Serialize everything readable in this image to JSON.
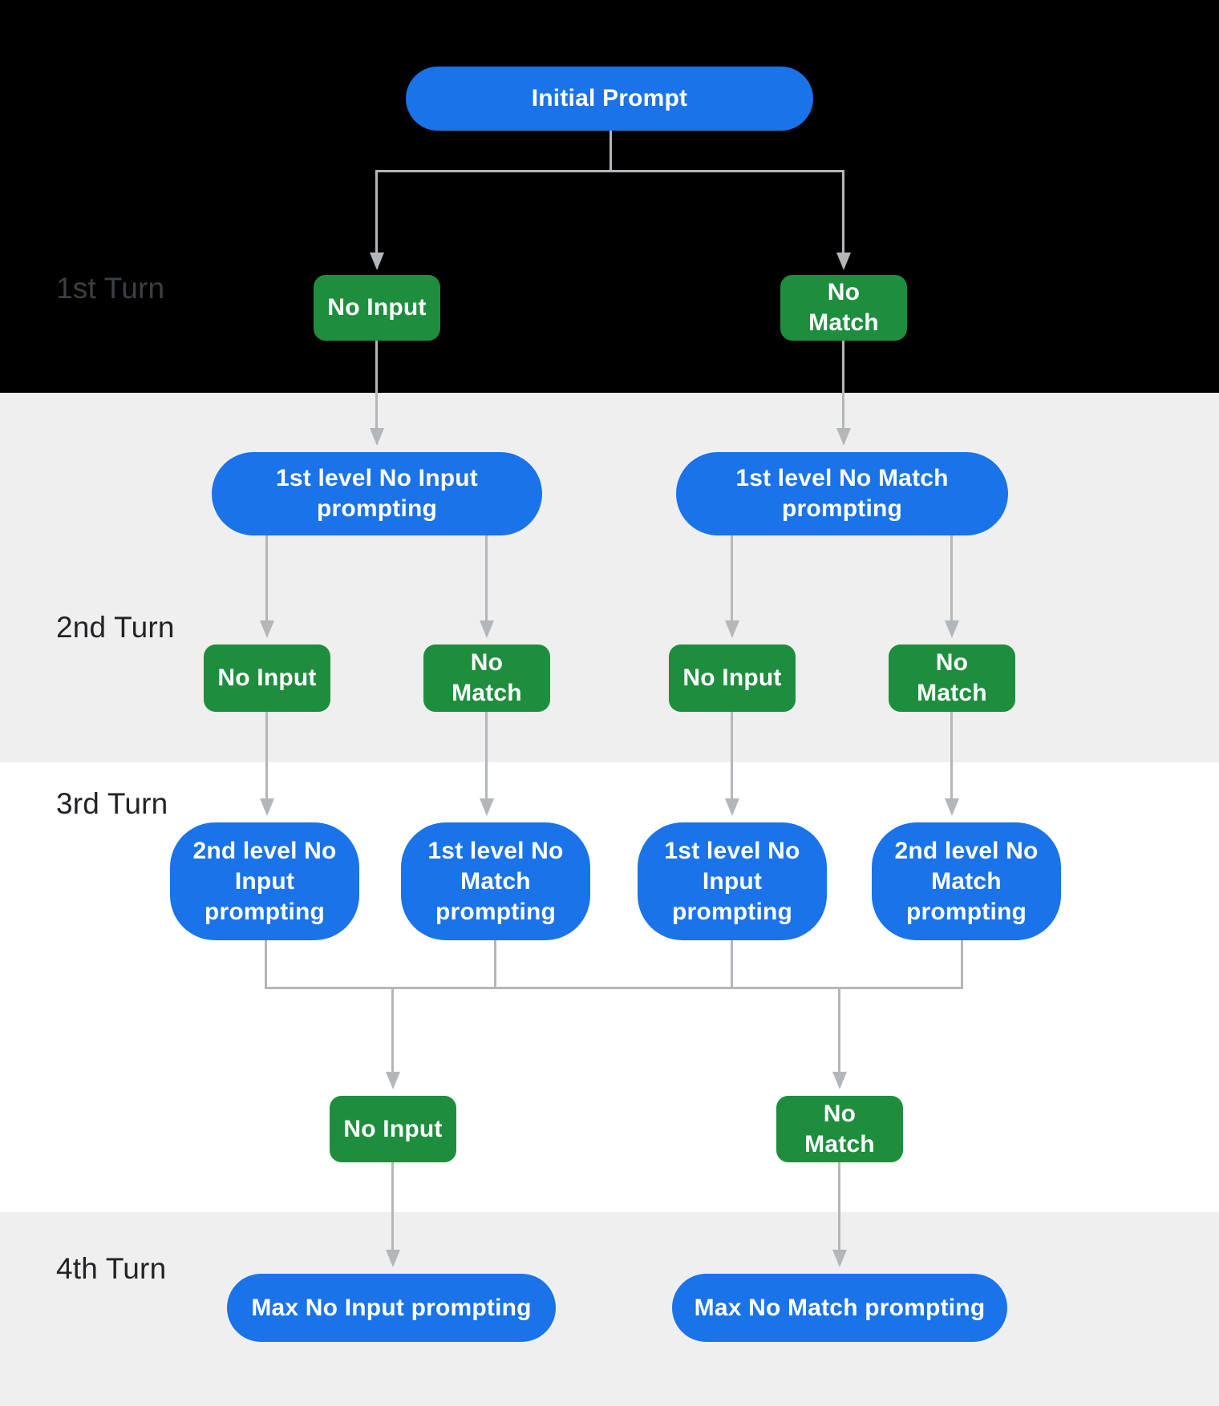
{
  "colors": {
    "blue": "#1a73e8",
    "green": "#1e8e3e",
    "line": "#b4b7ba",
    "bg_black": "#000000",
    "bg_gray": "#efefef",
    "bg_white": "#ffffff",
    "label_dark": "#212326",
    "label_on_black": "#3c4043",
    "node_text": "#ffffff"
  },
  "turn_labels": {
    "t1": "1st Turn",
    "t2": "2nd Turn",
    "t3": "3rd Turn",
    "t4": "4th Turn"
  },
  "nodes": {
    "initial_prompt": "Initial Prompt",
    "turn1_no_input": "No Input",
    "turn1_no_match": "No Match",
    "level1_no_input_pill": "1st level No Input prompting",
    "level1_no_match_pill": "1st level No Match prompting",
    "turn2_no_input_a": "No Input",
    "turn2_no_match_a": "No Match",
    "turn2_no_input_b": "No Input",
    "turn2_no_match_b": "No Match",
    "level2_no_input_box": "2nd level No Input prompting",
    "level1_no_match_box": "1st level No Match prompting",
    "level1_no_input_box": "1st level No Input prompting",
    "level2_no_match_box": "2nd level No Match prompting",
    "turn3_no_input": "No Input",
    "turn3_no_match": "No Match",
    "max_no_input_pill": "Max No Input prompting",
    "max_no_match_pill": "Max No Match prompting"
  }
}
